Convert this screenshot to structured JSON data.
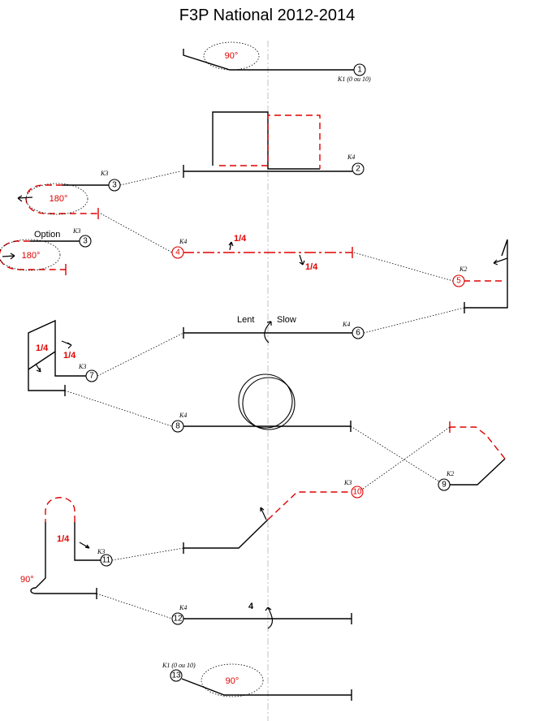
{
  "title": "F3P National 2012-2014",
  "colors": {
    "ink": "#000000",
    "accent": "#e00000",
    "centerline": "#999999"
  },
  "figures": [
    {
      "num": "1",
      "k": "K1 (0 ou 10)",
      "label": "90°"
    },
    {
      "num": "2",
      "k": "K4"
    },
    {
      "num": "3",
      "k": "K3",
      "label": "180°"
    },
    {
      "num": "3",
      "k": "K3",
      "label": "180°",
      "option": "Option"
    },
    {
      "num": "4",
      "k": "K4",
      "label": "1/4",
      "label2": "1/4"
    },
    {
      "num": "5",
      "k": "K2"
    },
    {
      "num": "6",
      "k": "K4",
      "left_text": "Lent",
      "right_text": "Slow"
    },
    {
      "num": "7",
      "k": "K3",
      "label": "1/4",
      "label2": "1/4"
    },
    {
      "num": "8",
      "k": "K4"
    },
    {
      "num": "9",
      "k": "K2"
    },
    {
      "num": "10",
      "k": "K3"
    },
    {
      "num": "11",
      "k": "K3",
      "label": "1/4",
      "label2": "90°"
    },
    {
      "num": "12",
      "k": "K4",
      "label": "4"
    },
    {
      "num": "13",
      "k": "K1 (0 ou 10)",
      "label": "90°"
    }
  ]
}
